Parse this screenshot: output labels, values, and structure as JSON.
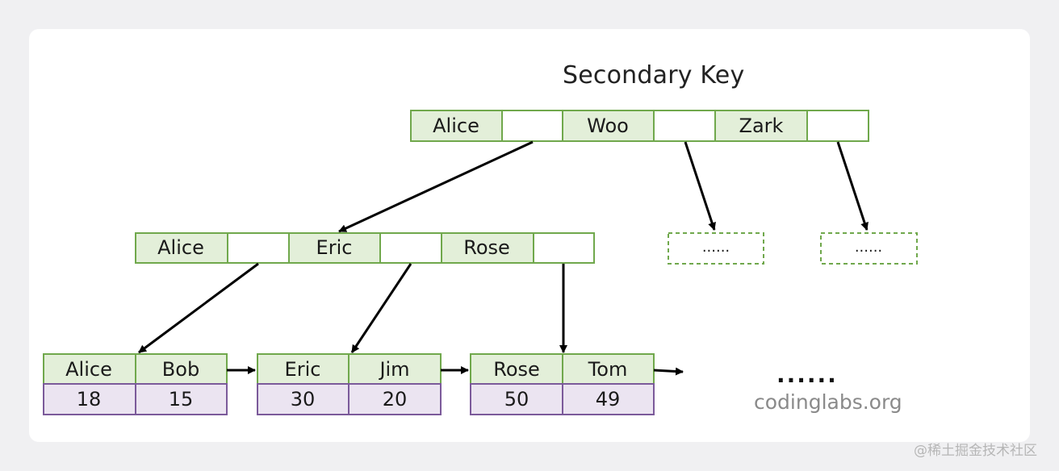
{
  "title": "Secondary Key",
  "root_node": {
    "keys": [
      "Alice",
      "Woo",
      "Zark"
    ]
  },
  "placeholder_nodes": [
    "......",
    "......"
  ],
  "internal_node": {
    "keys": [
      "Alice",
      "Eric",
      "Rose"
    ]
  },
  "leaves": [
    {
      "keys": [
        "Alice",
        "Bob"
      ],
      "values": [
        "18",
        "15"
      ]
    },
    {
      "keys": [
        "Eric",
        "Jim"
      ],
      "values": [
        "30",
        "20"
      ]
    },
    {
      "keys": [
        "Rose",
        "Tom"
      ],
      "values": [
        "50",
        "49"
      ]
    }
  ],
  "more_marker": "......",
  "site_text": "codinglabs.org",
  "watermark": "@稀土掘金技术社区",
  "colors": {
    "key_fill": "#e3efd9",
    "key_border": "#70a84c",
    "value_fill": "#ebe4f1",
    "value_border": "#7b5a9a",
    "arrow": "#000000"
  }
}
